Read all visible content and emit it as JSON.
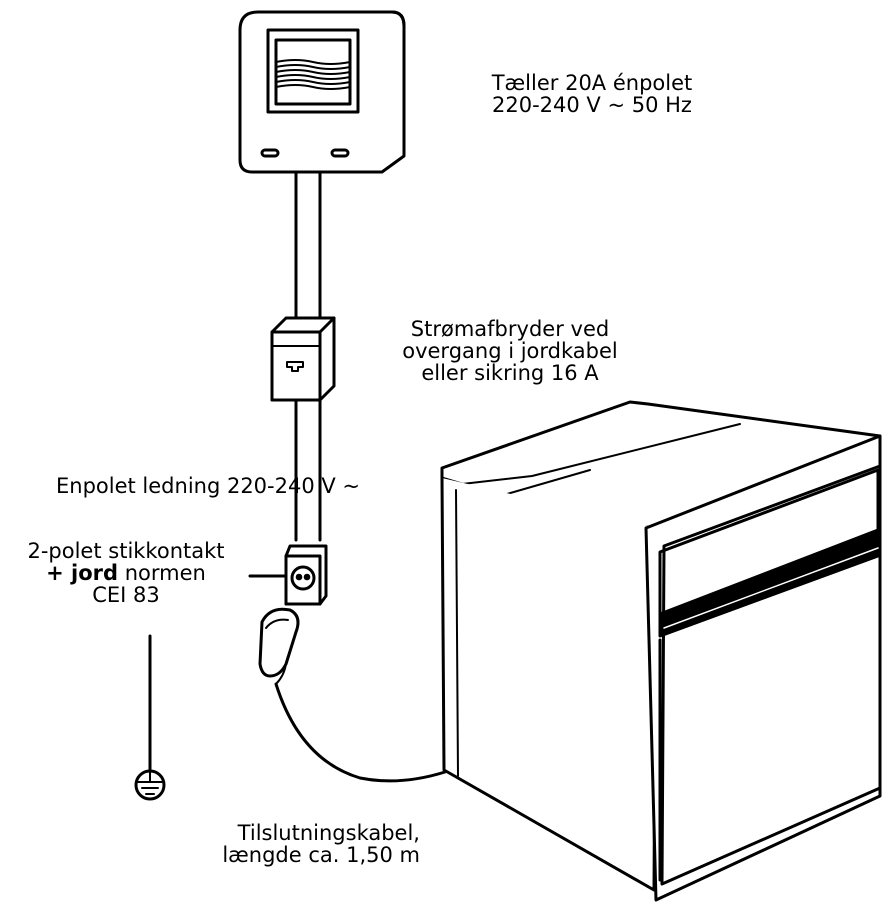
{
  "labels": {
    "meter_line1": "Tæller 20A énpolet",
    "meter_line2": "220-240 V ~ 50 Hz",
    "breaker_line1": "Strømafbryder ved",
    "breaker_line2": "overgang i jordkabel",
    "breaker_line3": "eller sikring 16 A",
    "wire": "Enpolet ledning 220-240 V ~",
    "socket_line1": "2-polet stikkontakt",
    "socket_bold": "+ jord",
    "socket_rest": " normen",
    "socket_line3": "CEI 83",
    "cable_line1": "Tilslutningskabel,",
    "cable_line2": "længde ca. 1,50 m"
  },
  "icons": {
    "meter": "electricity-meter-icon",
    "breaker": "circuit-breaker-icon",
    "socket": "wall-socket-icon",
    "plug": "plug-icon",
    "ground": "ground-symbol-icon",
    "oven": "built-in-oven-icon"
  }
}
